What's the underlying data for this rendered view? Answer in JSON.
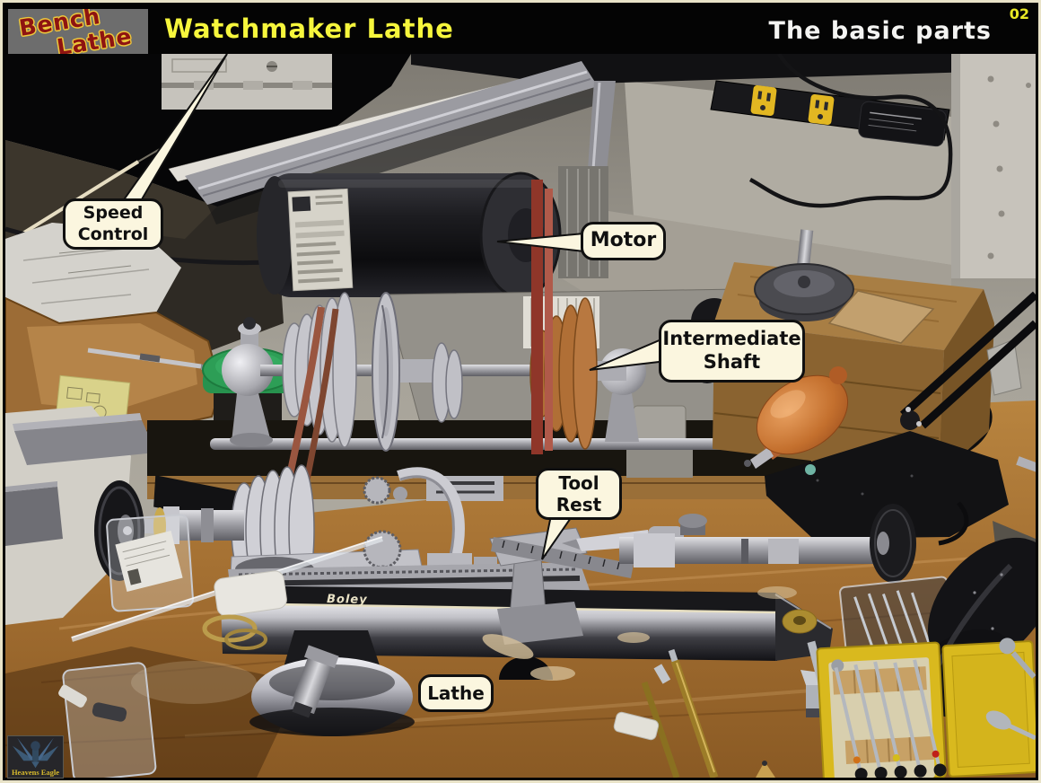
{
  "header": {
    "logo": {
      "line1": "Bench",
      "line2": "Lathe"
    },
    "title": "Watchmaker Lathe",
    "subtitle": "The basic parts",
    "page_number": "02"
  },
  "callouts": {
    "speed_control": {
      "label": "Speed\nControl"
    },
    "motor": {
      "label": "Motor"
    },
    "intermediate_shaft": {
      "label": "Intermediate\nShaft"
    },
    "tool_rest": {
      "label": "Tool\nRest"
    },
    "lathe": {
      "label": "Lathe"
    }
  },
  "photo": {
    "lathe_brand": "Boley"
  },
  "watermark": {
    "text": "Heavens Eagle"
  },
  "colors": {
    "title_yellow": "#f6f63c",
    "subtitle_white": "#f4f4f2",
    "logo_red": "#8e1411",
    "logo_outline_yellow": "#edc93c",
    "callout_bg": "#fbf6df",
    "callout_border": "#101010",
    "frame_border": "#e9e3c8",
    "header_bg": "#040404"
  }
}
